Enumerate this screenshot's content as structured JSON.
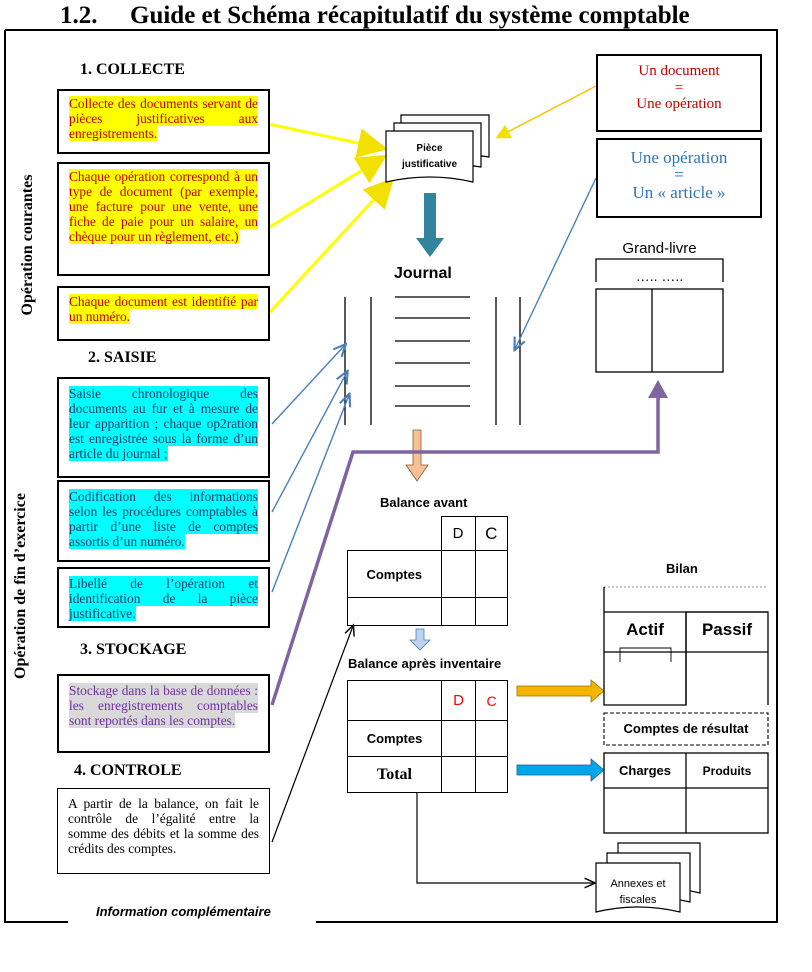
{
  "title": {
    "number": "1.2.",
    "text": "Guide et Schéma récapitulatif du système comptable"
  },
  "vertical_labels": {
    "top": "Opération courantes",
    "bottom": "Opération de fin d’exercice"
  },
  "sections": {
    "collecte": "1.    COLLECTE",
    "saisie": "2. SAISIE",
    "stockage": "3.     STOCKAGE",
    "controle": "4. CONTROLE"
  },
  "collecte_boxes": [
    "Collecte des documents servant de pièces justificatives aux enregistrements.",
    "Chaque opération correspond à un type de document (par exemple, une facture pour une vente, une fiche de paie pour un salaire, un chèque pour un règlement, etc.)",
    "Chaque document est identifié par un numéro."
  ],
  "saisie_boxes": [
    "Saisie chronologique des documents au fur et à mesure de leur apparition ; chaque op2ration est enregistrée sous la forme d’un article du journal ;",
    "Codification des informations selon les procédures comptables à partir d’une liste de comptes assortis d’un numéro.",
    "Libellé de l’opération et identification de la pièce justificative."
  ],
  "stockage_box": "Stockage dans la base de données : les enregistrements comptables sont reportés dans les comptes.",
  "controle_box": "A partir de la balance, on fait le contrôle de l’égalité entre la somme des débits et la somme des crédits des comptes.",
  "info_complementaire": "Information complémentaire",
  "right_boxes": {
    "document": {
      "line1": "Un document",
      "line2": "=",
      "line3": "Une opération"
    },
    "operation": {
      "line1": "Une opération",
      "line2": "=",
      "line3": "Un « article »"
    }
  },
  "piece_justificative": {
    "line1": "Pièce",
    "line2": "justificative"
  },
  "journal_label": "Journal",
  "grand_livre": {
    "title": "Grand-livre",
    "dots": "…..  ….."
  },
  "balance_avant": {
    "title": "Balance avant",
    "debit": "D",
    "credit": "C",
    "row_label": "Comptes"
  },
  "balance_apres": {
    "title": "Balance après inventaire",
    "debit": "D",
    "credit": "C",
    "row1": "Comptes",
    "row2": "Total"
  },
  "bilan": {
    "title": "Bilan",
    "actif": "Actif",
    "passif": "Passif"
  },
  "comptes_resultat": {
    "title": "Comptes de résultat",
    "charges": "Charges",
    "produits": "Produits"
  },
  "annexes": {
    "line1": "Annexes et",
    "line2": "fiscales"
  },
  "colors": {
    "yellow_highlight": "#ffff00",
    "cyan_highlight": "#00ffff",
    "gray_highlight": "#d9d9d9",
    "red_text": "#c00000",
    "blue_text": "#2e75b6",
    "purple_text": "#7030a0",
    "arrow_yellow": "#ffff00",
    "arrow_blue": "#4a7ebb",
    "arrow_purple": "#8064a2",
    "arrow_teal": "#31849b",
    "arrow_orange": "#f0b400",
    "arrow_cyan": "#00a0e0"
  }
}
